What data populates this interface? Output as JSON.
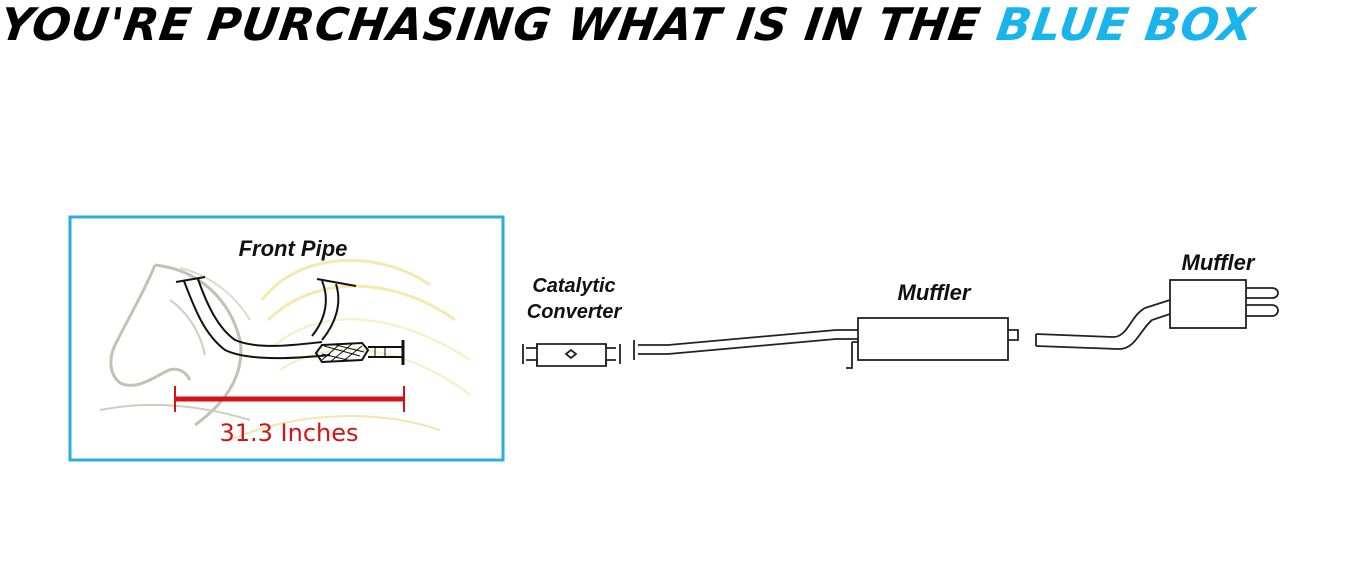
{
  "headline": {
    "lead": "YOU'RE PURCHASING WHAT IS IN THE ",
    "accent": "BLUE BOX"
  },
  "labels": {
    "front_pipe": "Front Pipe",
    "catalytic_line1": "Catalytic",
    "catalytic_line2": "Converter",
    "muffler_center": "Muffler",
    "muffler_rear": "Muffler"
  },
  "measurement": {
    "value": 31.3,
    "text": "31.3 Inches"
  },
  "colors": {
    "box_outline": "#2aaee0",
    "headline_accent": "#19b4ec",
    "dimension": "#d21414",
    "watermark": "#b9b7a8",
    "watermark_glow": "#f6e4a0"
  },
  "icons": [
    "horse-watermark-icon"
  ]
}
